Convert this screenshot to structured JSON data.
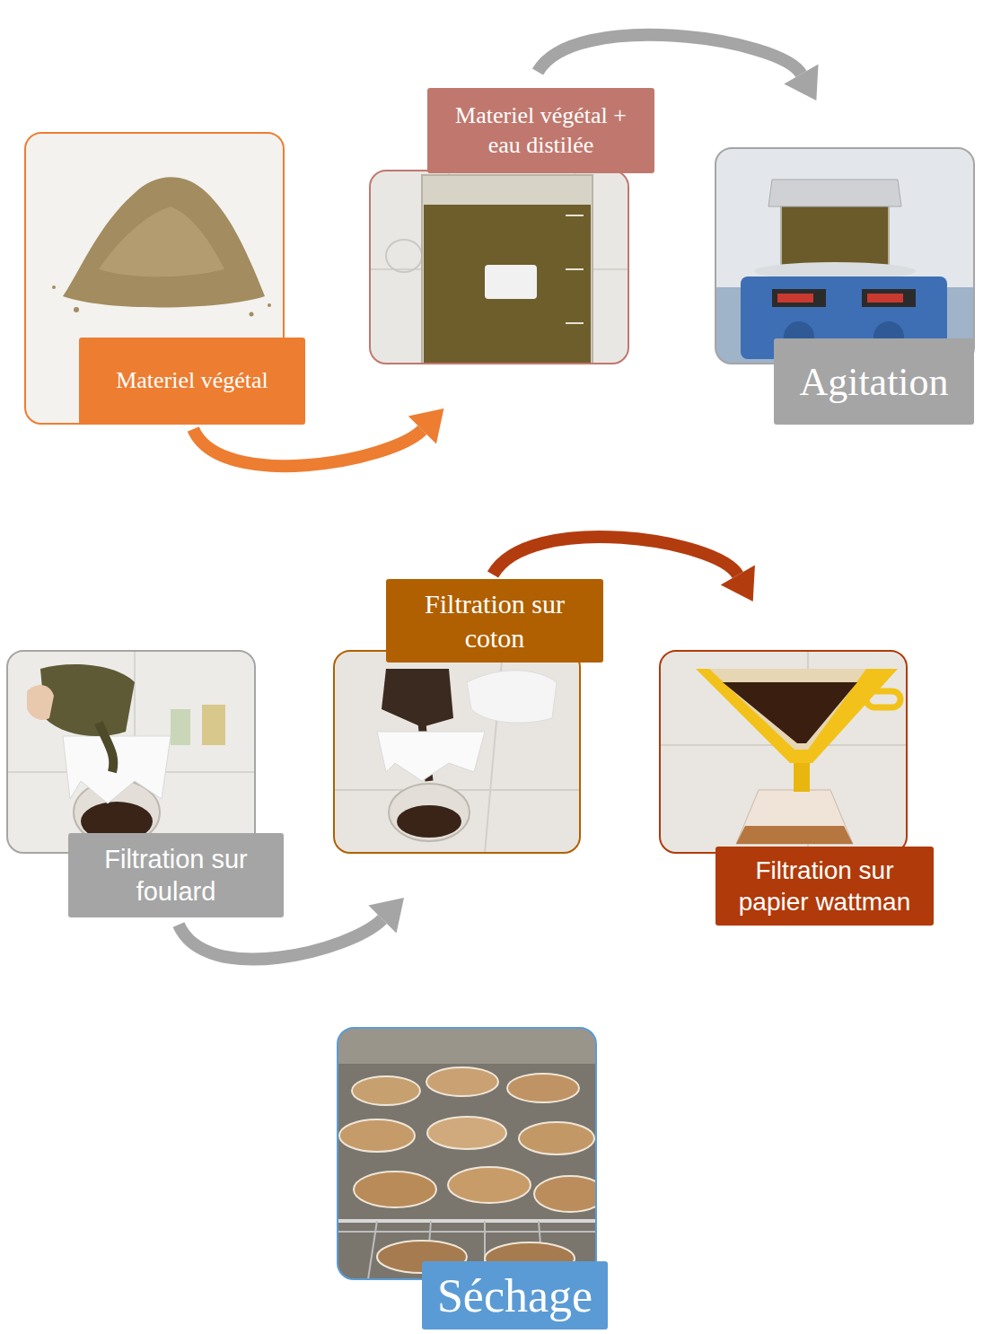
{
  "diagram": {
    "nodes": [
      {
        "text": [
          "Materiel végétal"
        ]
      },
      {
        "text": [
          "Materiel végétal + eau distilée"
        ]
      },
      {
        "text": [
          "Agitation"
        ]
      },
      {
        "text": [
          "Filtration sur foulard"
        ]
      },
      {
        "text": [
          "Filtration sur coton"
        ]
      },
      {
        "text": [
          "Filtration sur papier wattman"
        ]
      },
      {
        "text": [
          "Séchage"
        ]
      }
    ],
    "edges": [
      {
        "from": 0,
        "to": 1,
        "arrow": "to"
      },
      {
        "from": 1,
        "to": 2,
        "arrow": "to"
      },
      {
        "from": 3,
        "to": 4,
        "arrow": "to"
      },
      {
        "from": 4,
        "to": 5,
        "arrow": "to"
      }
    ]
  }
}
